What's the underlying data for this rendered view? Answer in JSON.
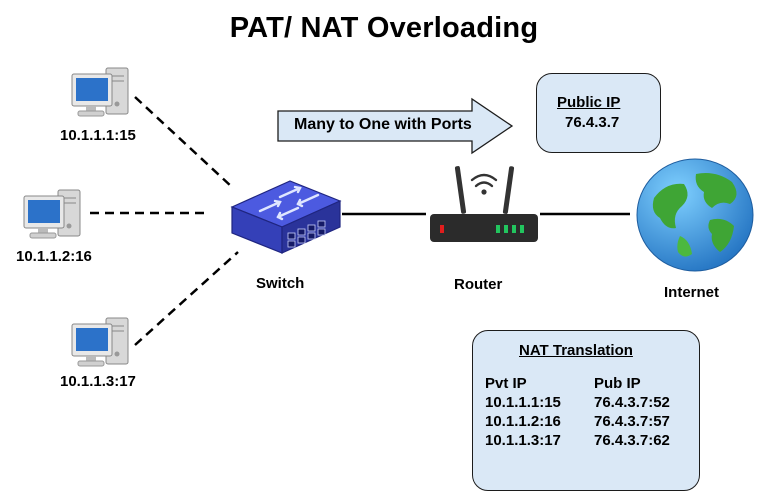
{
  "title": "PAT/ NAT Overloading",
  "hosts": [
    {
      "label": "10.1.1.1:15"
    },
    {
      "label": "10.1.1.2:16"
    },
    {
      "label": "10.1.1.3:17"
    }
  ],
  "switch": {
    "label": "Switch"
  },
  "router": {
    "label": "Router"
  },
  "internet": {
    "label": "Internet"
  },
  "arrow": {
    "label": "Many to One with Ports"
  },
  "public_ip": {
    "heading": "Public IP",
    "value": "76.4.3.7"
  },
  "nat_table": {
    "heading": "NAT Translation",
    "columns": [
      "Pvt IP",
      "Pub IP"
    ],
    "rows": [
      [
        "10.1.1.1:15",
        "76.4.3.7:52"
      ],
      [
        "10.1.1.2:16",
        "76.4.3.7:57"
      ],
      [
        "10.1.1.3:17",
        "76.4.3.7:62"
      ]
    ]
  },
  "colors": {
    "box_fill": "#dae8f6",
    "switch_blue": "#3a45c8",
    "router_body": "#2b2b2b",
    "router_led_green": "#22c55e",
    "router_led_red": "#e11d1d",
    "globe_ocean": "#2a8fd6",
    "globe_land": "#3fa535"
  }
}
